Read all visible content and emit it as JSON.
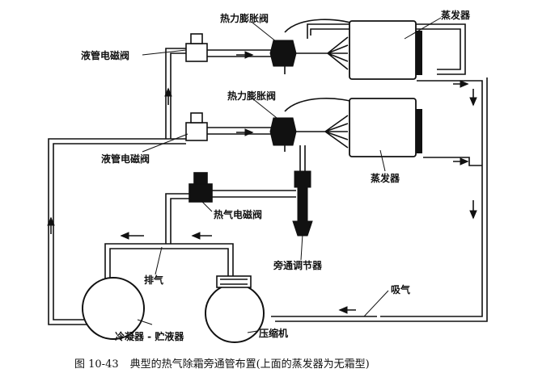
{
  "labels": {
    "expansion_valve_top": "热力膨胀阀",
    "evaporator_top": "蒸发器",
    "liquid_solenoid_top": "液管电磁阀",
    "expansion_valve_mid": "热力膨胀阀",
    "liquid_solenoid_mid": "液管电磁阀",
    "evaporator_bottom": "蒸发器",
    "hot_gas_solenoid": "热气电磁阀",
    "bypass_regulator": "旁通调节器",
    "discharge": "排气",
    "suction": "吸气",
    "condenser_receiver": "冷凝器 - 贮液器",
    "compressor": "压缩机"
  },
  "caption": {
    "figure_no": "图 10-43",
    "text": "典型的热气除霜旁通管布置(上面的蒸发器为无霜型)"
  },
  "colors": {
    "ink": "#111111",
    "paper": "#ffffff"
  }
}
